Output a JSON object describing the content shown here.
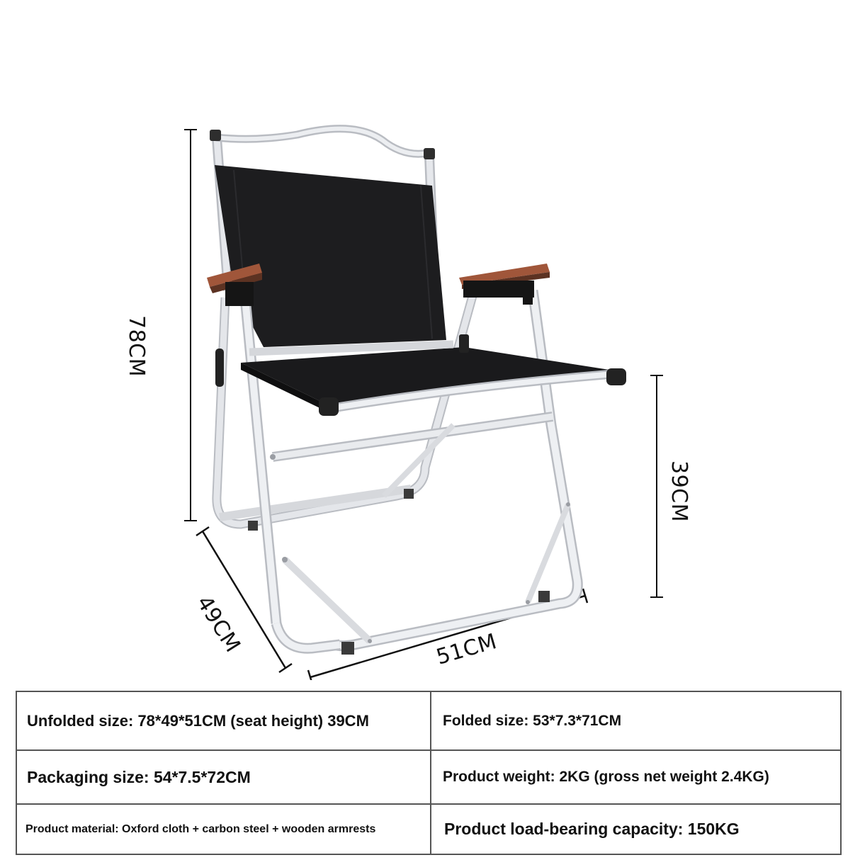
{
  "product": {
    "name": "Folding camping chair",
    "colors": {
      "fabric": "#1c1c1c",
      "frame": "#e4e6ea",
      "frame_shadow": "#b9bcc2",
      "armrest_wood": "#a0563a",
      "foot_caps": "#3a3a3a",
      "dimension_line": "#111111",
      "table_border": "#555555"
    }
  },
  "dimensions": {
    "height": "78CM",
    "depth": "49CM",
    "width": "51CM",
    "seat_height": "39CM"
  },
  "spec_table": {
    "rows": [
      {
        "left": "Unfolded size: 78*49*51CM (seat height) 39CM",
        "right": "Folded size: 53*7.3*71CM"
      },
      {
        "left": "Packaging size: 54*7.5*72CM",
        "right": "Product weight: 2KG (gross net weight 2.4KG)"
      },
      {
        "left": "Product material: Oxford cloth + carbon steel + wooden armrests",
        "right": "Product load-bearing capacity: 150KG"
      }
    ]
  }
}
